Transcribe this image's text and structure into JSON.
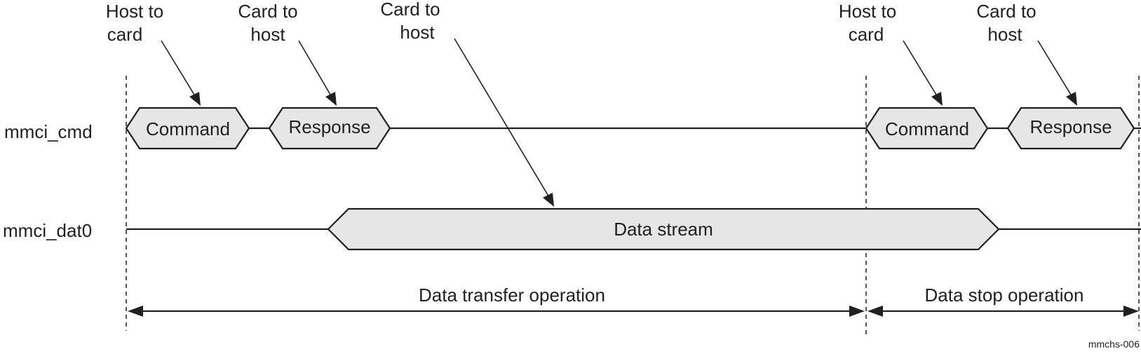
{
  "signals": {
    "cmd": "mmci_cmd",
    "dat0": "mmci_dat0"
  },
  "annotations": {
    "host_to_card_1": [
      "Host to",
      "card"
    ],
    "card_to_host_1": [
      "Card to",
      "host"
    ],
    "card_to_host_data": [
      "Card to",
      "host"
    ],
    "host_to_card_2": [
      "Host to",
      "card"
    ],
    "card_to_host_2": [
      "Card to",
      "host"
    ]
  },
  "blocks": {
    "command_1": "Command",
    "response_1": "Response",
    "data_stream": "Data stream",
    "command_2": "Command",
    "response_2": "Response"
  },
  "operations": {
    "transfer": "Data transfer operation",
    "stop": "Data stop operation"
  },
  "figure_id": "mmchs-006"
}
